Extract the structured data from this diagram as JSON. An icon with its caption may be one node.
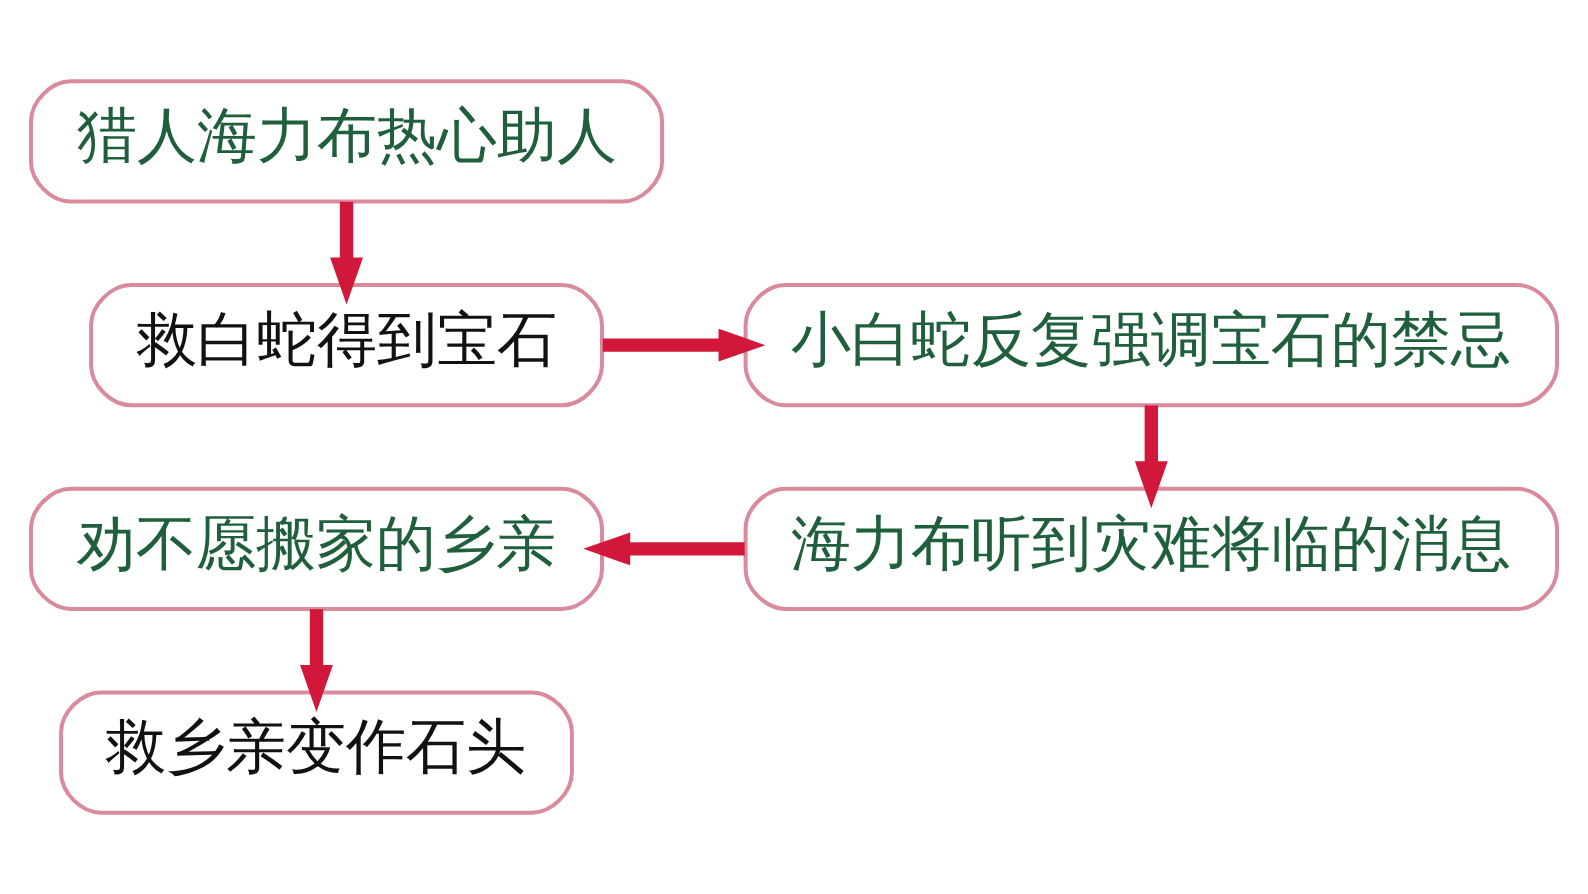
{
  "diagram": {
    "nodes": [
      {
        "text": [
          "猎人海力布热心助人"
        ]
      },
      {
        "text": [
          "救白蛇得到宝石"
        ]
      },
      {
        "text": [
          "小白蛇反复强调宝石的禁忌"
        ]
      },
      {
        "text": [
          "海力布听到灾难将临的消息"
        ]
      },
      {
        "text": [
          "劝不愿搬家的乡亲"
        ]
      },
      {
        "text": [
          "救乡亲变作石头"
        ]
      }
    ],
    "edges": [
      {
        "from": 0,
        "to": 1,
        "arrow": "to"
      },
      {
        "from": 1,
        "to": 2,
        "arrow": "to"
      },
      {
        "from": 2,
        "to": 3,
        "arrow": "to"
      },
      {
        "from": 3,
        "to": 4,
        "arrow": "to"
      },
      {
        "from": 4,
        "to": 5,
        "arrow": "to"
      }
    ]
  }
}
